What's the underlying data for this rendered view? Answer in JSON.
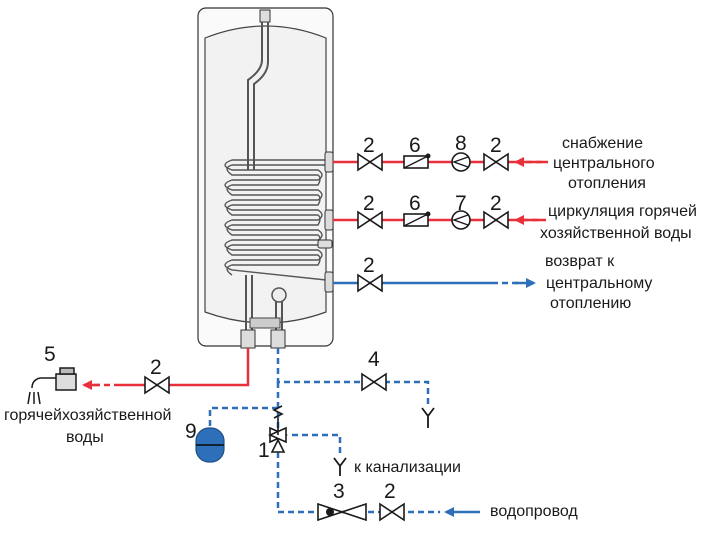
{
  "colors": {
    "hot_line": "#e8303b",
    "cold_line": "#2d6fb8",
    "outline": "#222222",
    "tank_fill": "#f4f4f4"
  },
  "numbers": {
    "n2_top": "2",
    "n6_top": "6",
    "n8": "8",
    "n2_top_right": "2",
    "n2_mid": "2",
    "n6_mid": "6",
    "n7": "7",
    "n2_mid_right": "2",
    "n2_ret": "2",
    "n5": "5",
    "n2_hot": "2",
    "n4": "4",
    "n9": "9",
    "n1": "1",
    "n3": "3",
    "n2_bottom": "2"
  },
  "labels": {
    "supply": [
      "снабжение",
      "центрального",
      "отопления"
    ],
    "circulation": [
      "циркуляция горячей",
      "хозяйственной воды"
    ],
    "return": [
      "возврат к",
      "центральному",
      "отоплению"
    ],
    "hot_water": [
      "горячейхозяйственной",
      "воды"
    ],
    "sewer": "к канализации",
    "water_main": "водопровод"
  }
}
